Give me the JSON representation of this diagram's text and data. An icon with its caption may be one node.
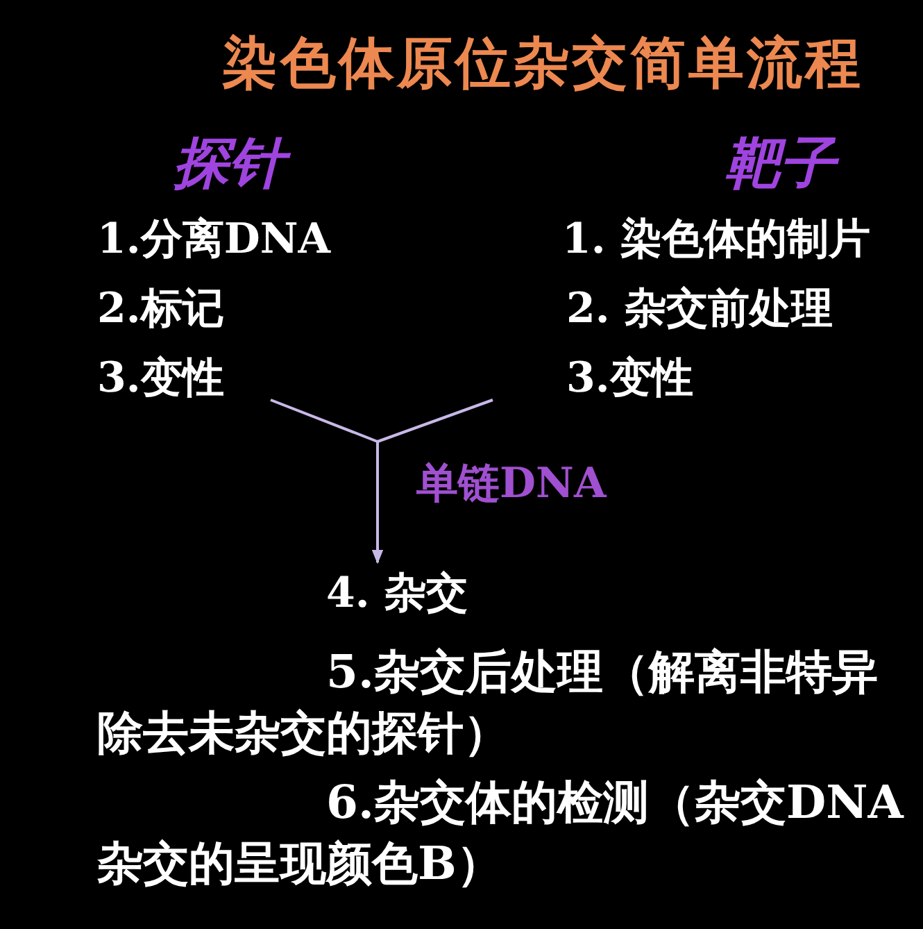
{
  "diagram": {
    "title": "染色体原位杂交简单流程",
    "nodes": [
      {
        "text": [
          "探针",
          "1.分离DNA",
          "2.标记",
          "3.变性"
        ]
      },
      {
        "text": [
          "靶子",
          "1. 染色体的制片",
          "2. 杂交前处理",
          "3.变性"
        ]
      },
      {
        "text": [
          "4. 杂交"
        ]
      }
    ],
    "edges": [
      {
        "from": 0,
        "to": 2,
        "arrow": "to",
        "label": "单链DNA"
      },
      {
        "from": 1,
        "to": 2,
        "arrow": "to"
      }
    ],
    "labels": [
      "5.杂交后处理（解离非特异除去未杂交的探针）",
      "6.杂交体的检测（杂交DNA杂交的呈现颜色B）"
    ]
  }
}
